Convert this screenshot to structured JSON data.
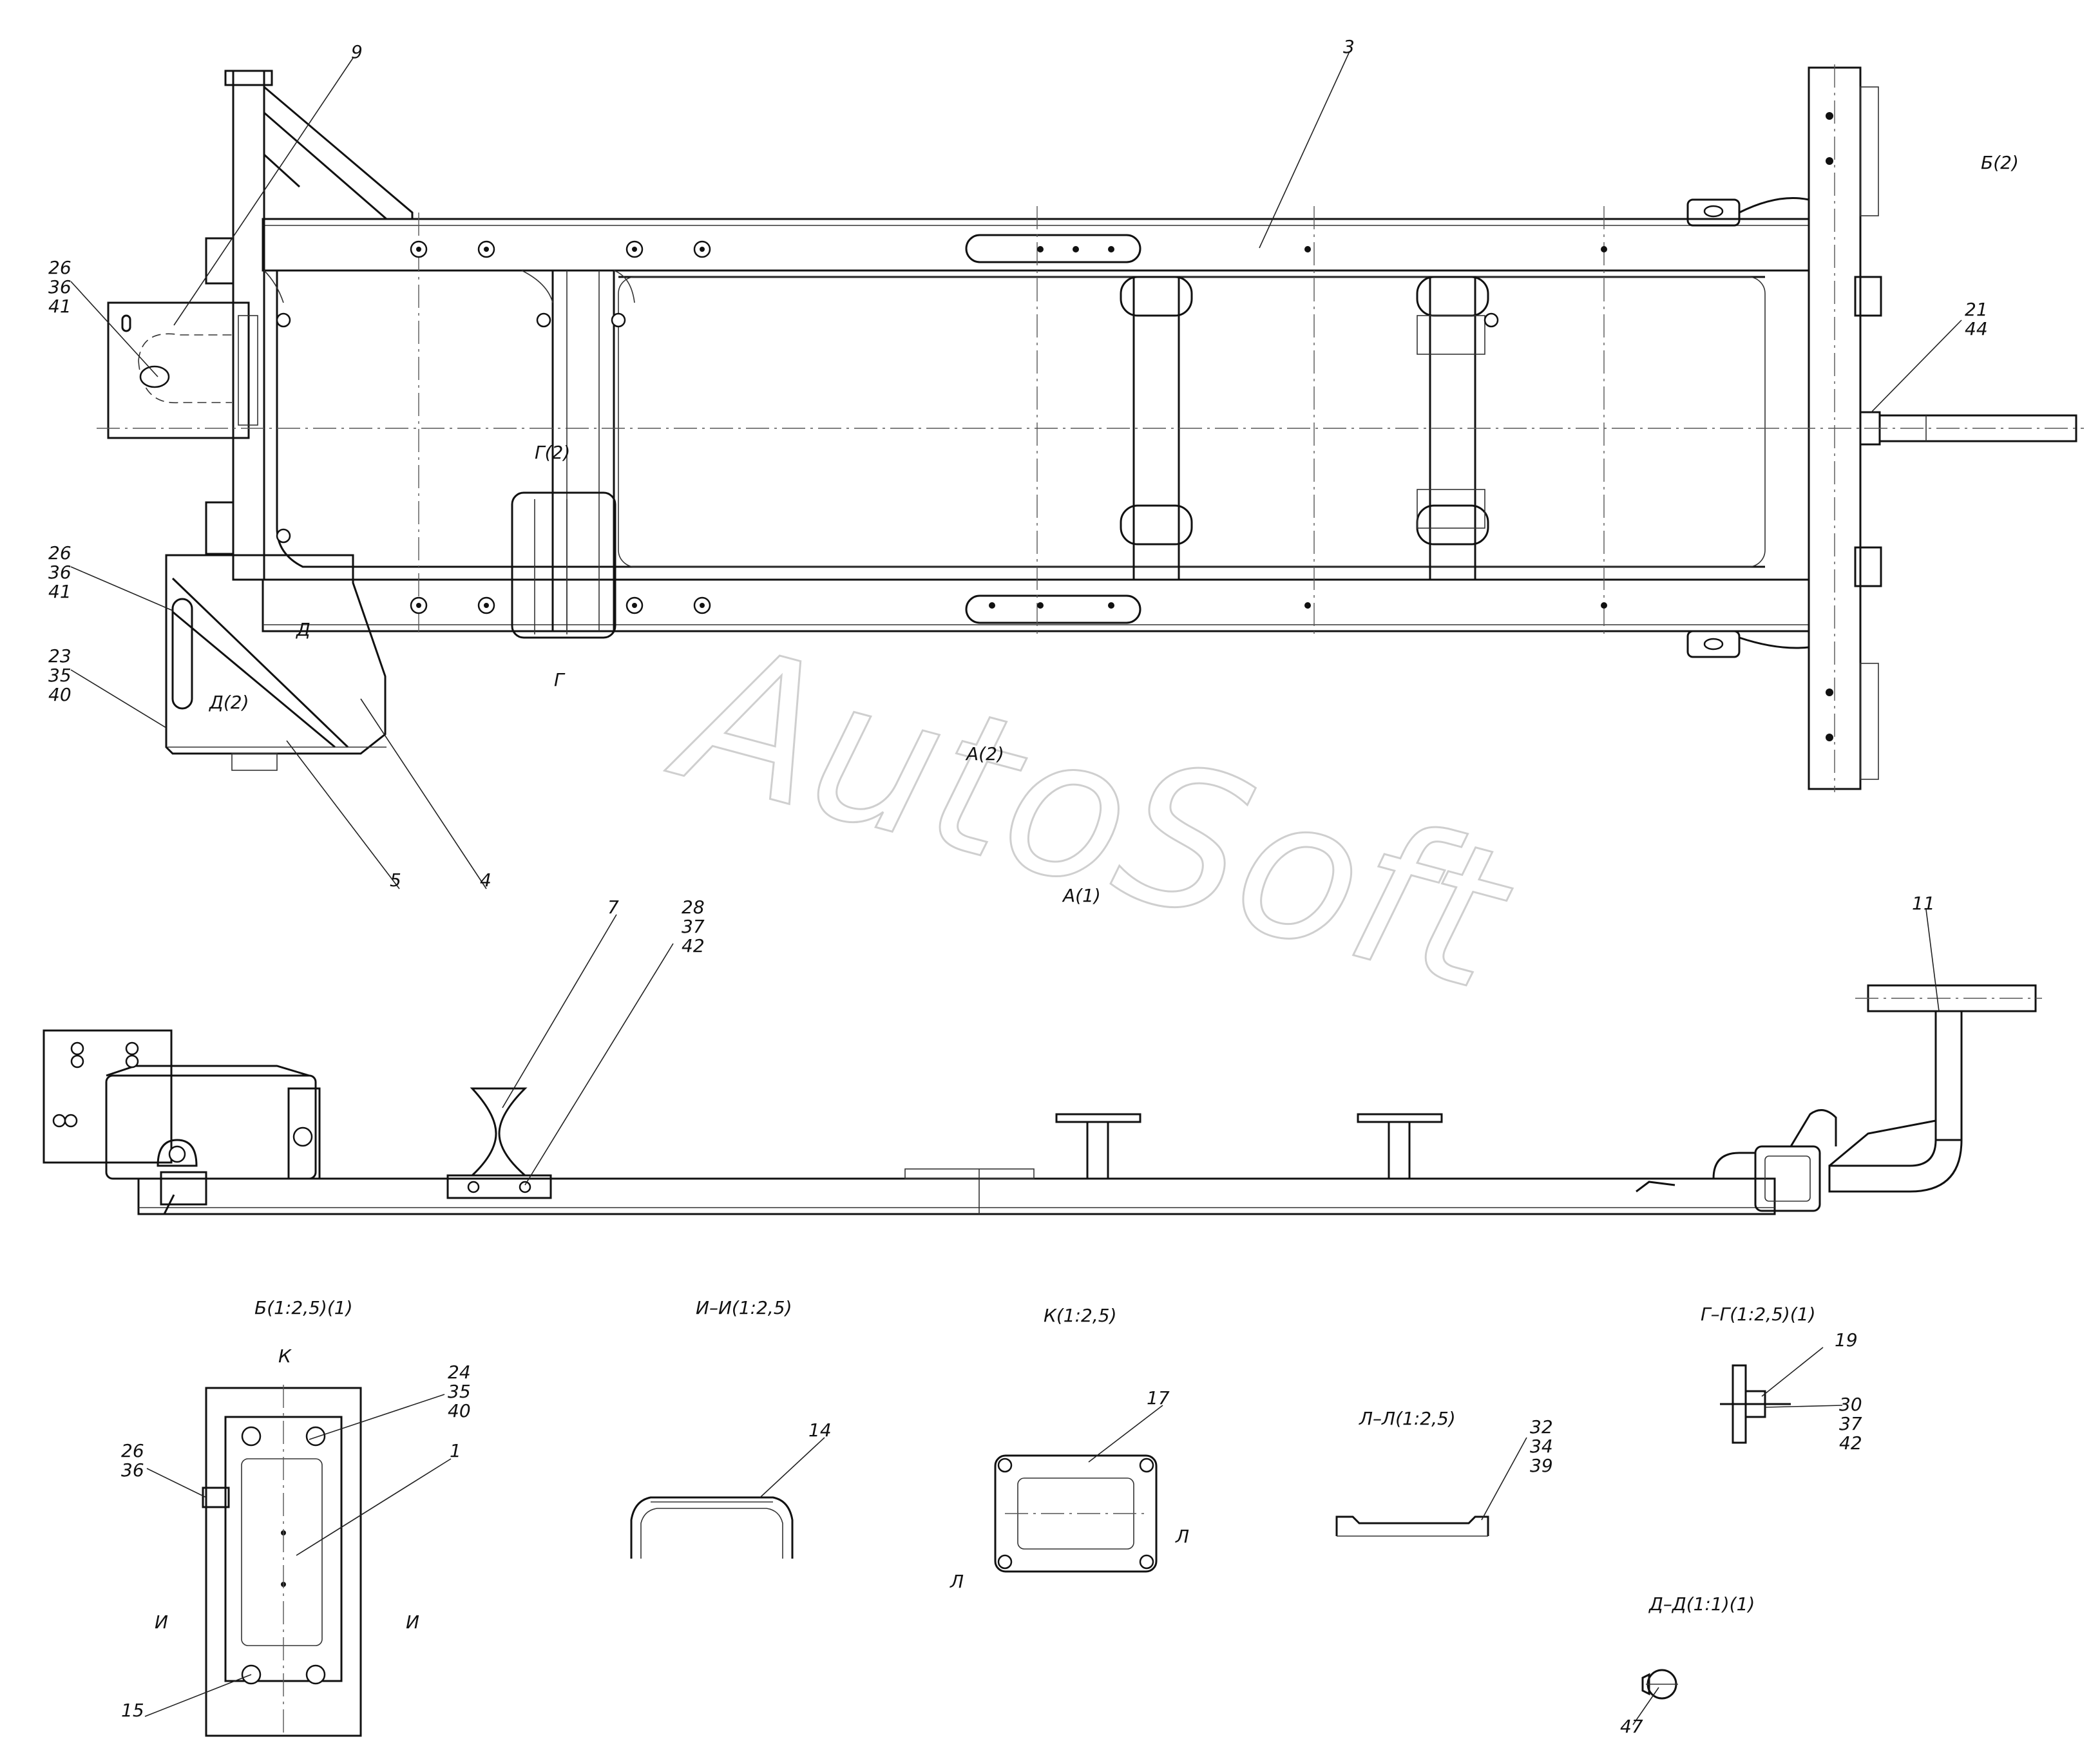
{
  "watermark": "AutoSoft",
  "callouts": {
    "c3": "3",
    "c9": "9",
    "c5": "5",
    "c4": "4",
    "c7": "7",
    "c11": "11",
    "c1": "1",
    "c14": "14",
    "c15": "15",
    "c17": "17",
    "c19": "19",
    "c47": "47",
    "c21": "21",
    "c44": "44",
    "t1a": "26",
    "t1b": "36",
    "t1c": "41",
    "t2a": "26",
    "t2b": "36",
    "t2c": "41",
    "t3a": "23",
    "t3b": "35",
    "t3c": "40",
    "t4a": "28",
    "t4b": "37",
    "t4c": "42",
    "t5a": "24",
    "t5b": "35",
    "t5c": "40",
    "t6a": "26",
    "t6b": "36",
    "t7a": "32",
    "t7b": "34",
    "t7c": "39",
    "t8a": "30",
    "t8b": "37",
    "t8c": "42"
  },
  "marks": {
    "b2": "Б(2)",
    "g2": "Г(2)",
    "g": "Г",
    "d": "Д",
    "d2": "Д(2)",
    "a2": "А(2)",
    "a1": "А(1)",
    "k": "К",
    "i_left": "И",
    "i_right": "И",
    "l_left": "Л",
    "l_right": "Л"
  },
  "view_titles": {
    "b_view": "Б(1:2,5)(1)",
    "ii_view": "И–И(1:2,5)",
    "k_view": "К(1:2,5)",
    "gg_view": "Г–Г(1:2,5)(1)",
    "ll_view": "Л–Л(1:2,5)",
    "dd_view": "Д–Д(1:1)(1)"
  }
}
